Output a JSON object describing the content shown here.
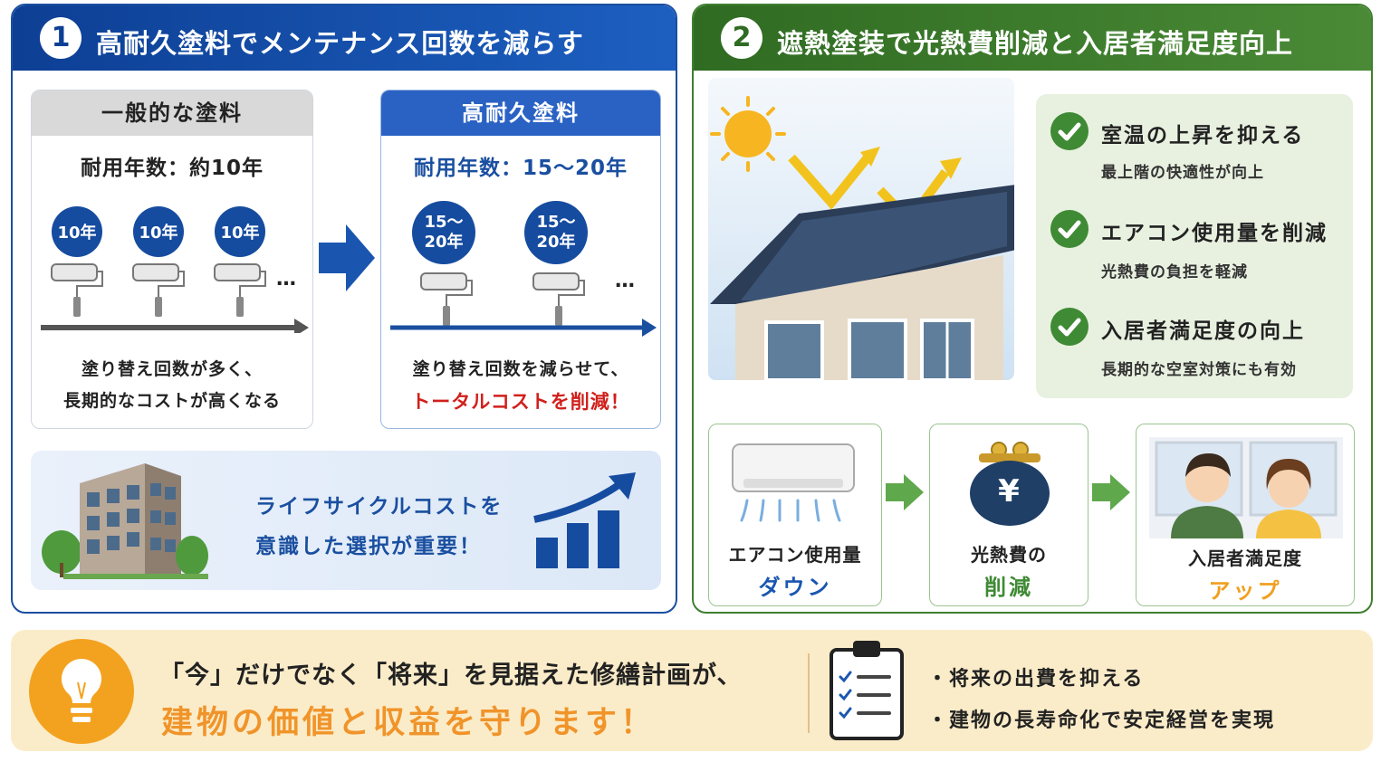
{
  "section1": {
    "number": "1",
    "title": "高耐久塗料でメンテナンス回数を減らす",
    "general": {
      "header": "一般的な塗料",
      "lifespan": "耐用年数：約10年",
      "badges": [
        "10年",
        "10年",
        "10年"
      ],
      "ellipsis": "…",
      "desc_line1": "塗り替え回数が多く、",
      "desc_line2": "長期的なコストが高くなる"
    },
    "durable": {
      "header": "高耐久塗料",
      "lifespan": "耐用年数：15〜20年",
      "badges": [
        {
          "top": "15〜",
          "bottom": "20年"
        },
        {
          "top": "15〜",
          "bottom": "20年"
        }
      ],
      "ellipsis": "…",
      "desc_line1": "塗り替え回数を減らせて、",
      "desc_line2": "トータルコストを削減！"
    },
    "lifecycle": {
      "line1": "ライフサイクルコストを",
      "line2": "意識した選択が重要！"
    }
  },
  "section2": {
    "number": "2",
    "title": "遮熱塗装で光熱費削減と入居者満足度向上",
    "benefits": [
      {
        "title": "室温の上昇を抑える",
        "sub": "最上階の快適性が向上"
      },
      {
        "title": "エアコン使用量を削減",
        "sub": "光熱費の負担を軽減"
      },
      {
        "title": "入居者満足度の向上",
        "sub": "長期的な空室対策にも有効"
      }
    ],
    "flow": [
      {
        "label": "エアコン使用量",
        "accent": "ダウン",
        "accent_color": "#1a56b0"
      },
      {
        "label": "光熱費の",
        "accent": "削減",
        "accent_color": "#3f8a34"
      },
      {
        "label": "入居者満足度",
        "accent": "アップ",
        "accent_color": "#f0a020"
      }
    ],
    "wallet_symbol": "¥"
  },
  "footer": {
    "line1": "「今」だけでなく「将来」を見据えた修繕計画が、",
    "line2": "建物の価値と収益を守ります！",
    "bullets": [
      "・将来の出費を抑える",
      "・建物の長寿命化で安定経営を実現"
    ]
  },
  "colors": {
    "blue_dark": "#0d3f94",
    "blue": "#164c9f",
    "green": "#3f7f30",
    "red": "#d0201c",
    "orange": "#f0a020",
    "footer_bg": "#fbecc9"
  }
}
